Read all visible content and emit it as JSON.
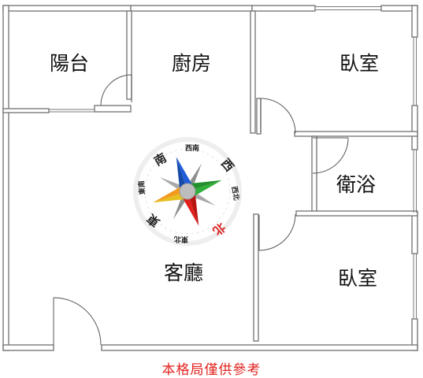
{
  "rooms": {
    "balcony": "陽台",
    "kitchen": "廚房",
    "bedroom_top": "臥室",
    "bathroom": "衛浴",
    "living_room": "客廳",
    "bedroom_bottom": "臥室"
  },
  "compass": {
    "south": "南",
    "southwest": "西南",
    "west": "西",
    "northwest": "西北",
    "north": "北",
    "northeast": "東北",
    "east": "東",
    "southeast": "東南"
  },
  "caption": "本格局僅供參考",
  "colors": {
    "wall": "#7a7a7a",
    "wall_fill": "#ffffff",
    "caption": "#e0201c",
    "north_label": "#d81e1e",
    "compass_blue": "#1f5ed8",
    "compass_green": "#2fae3a",
    "compass_red": "#e0201c",
    "compass_orange": "#f39a1e",
    "compass_gray": "#8e8e8e"
  }
}
